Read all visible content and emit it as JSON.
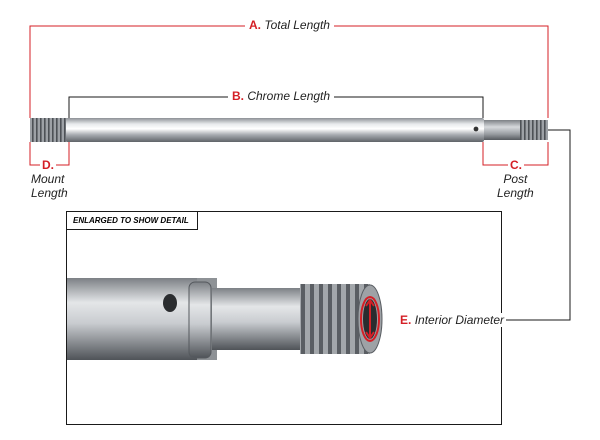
{
  "dimensions": {
    "a": {
      "letter": "A.",
      "text": "Total Length"
    },
    "b": {
      "letter": "B.",
      "text": "Chrome Length"
    },
    "c": {
      "letter": "C.",
      "line1": "Post",
      "line2": "Length"
    },
    "d": {
      "letter": "D.",
      "line1": "Mount",
      "line2": "Length"
    },
    "e": {
      "letter": "E.",
      "text": "Interior Diameter"
    }
  },
  "detail": {
    "tag": "ENLARGED TO SHOW DETAIL"
  },
  "colors": {
    "accent": "#d41f26",
    "line": "#1a1a1a",
    "steel": "#b9bcbf"
  }
}
